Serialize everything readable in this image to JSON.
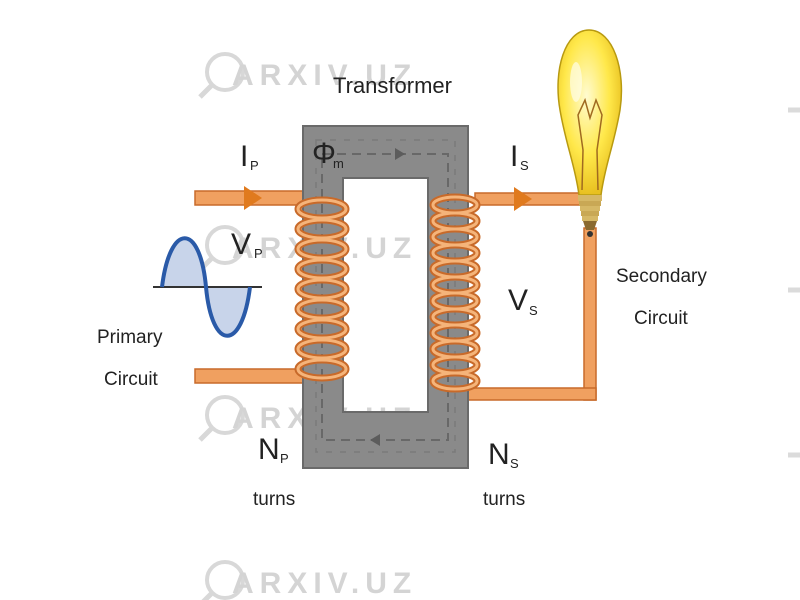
{
  "title": "Transformer",
  "flux": {
    "symbol": "Φ",
    "subscript": "m"
  },
  "primary": {
    "current": {
      "symbol": "I",
      "subscript": "P"
    },
    "voltage": {
      "symbol": "V",
      "subscript": "P"
    },
    "turns": {
      "symbol": "N",
      "subscript": "P"
    },
    "turns_word": "turns",
    "circuit_line1": "Primary",
    "circuit_line2": "Circuit"
  },
  "secondary": {
    "current": {
      "symbol": "I",
      "subscript": "S"
    },
    "voltage": {
      "symbol": "V",
      "subscript": "S"
    },
    "turns": {
      "symbol": "N",
      "subscript": "S"
    },
    "turns_word": "turns",
    "circuit_line1": "Secondary",
    "circuit_line2": "Circuit"
  },
  "watermark": "ARXIV.UZ",
  "colors": {
    "core": "#8a8a8a",
    "core_edge": "#6a6a6a",
    "wire": "#f0a060",
    "wire_dark": "#c86a2a",
    "arrow": "#e07a1e",
    "sine": "#2a5aa8",
    "sine_fill": "#c8d4ea",
    "bulb": "#ffe84a",
    "watermark": "#d0d0d0"
  }
}
